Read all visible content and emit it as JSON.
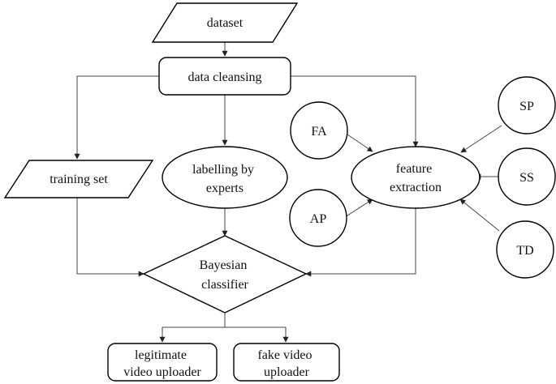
{
  "nodes": {
    "dataset": {
      "lines": [
        "dataset"
      ]
    },
    "data_cleansing": {
      "lines": [
        "data cleansing"
      ]
    },
    "training_set": {
      "lines": [
        "training set"
      ]
    },
    "labelling": {
      "lines": [
        "labelling by",
        "experts"
      ]
    },
    "feature_extraction": {
      "lines": [
        "feature",
        "extraction"
      ]
    },
    "fa": {
      "lines": [
        "FA"
      ]
    },
    "ap": {
      "lines": [
        "AP"
      ]
    },
    "sp": {
      "lines": [
        "SP"
      ]
    },
    "ss": {
      "lines": [
        "SS"
      ]
    },
    "td": {
      "lines": [
        "TD"
      ]
    },
    "bayesian_classifier": {
      "lines": [
        "Bayesian",
        "classifier"
      ]
    },
    "legitimate_uploader": {
      "lines": [
        "legitimate",
        "video uploader"
      ]
    },
    "fake_uploader": {
      "lines": [
        "fake video",
        "uploader"
      ]
    }
  },
  "colors": {
    "stroke": "#000000",
    "connector": "#444444",
    "fill": "#ffffff",
    "text": "#111111"
  }
}
